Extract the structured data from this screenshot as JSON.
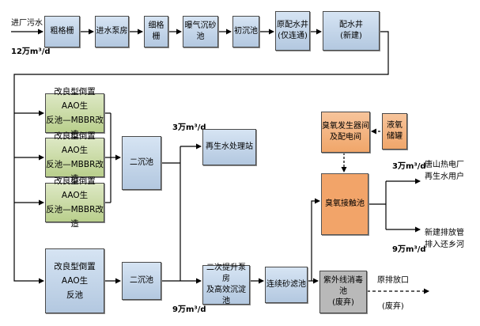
{
  "inputs": {
    "label": "进厂污水",
    "flow": "12万m³/d"
  },
  "row1": [
    {
      "id": "screen_coarse",
      "label": "粗格栅"
    },
    {
      "id": "pump_in",
      "label": "进水泵房"
    },
    {
      "id": "screen_fine",
      "label": "细格栅"
    },
    {
      "id": "grit",
      "label": "曝气沉砂池"
    },
    {
      "id": "primary",
      "label": "初沉池"
    },
    {
      "id": "well_old",
      "label": "原配水井\n(仅连通)"
    },
    {
      "id": "well_new",
      "label": "配水井\n(新建)"
    }
  ],
  "aao": [
    {
      "label": "改良型倒置AAO生\n反池—MBBR改造"
    },
    {
      "label": "改良型倒置AAO生\n反池—MBBR改造"
    },
    {
      "label": "改良型倒置AAO生\n反池—MBBR改造"
    },
    {
      "label": "改良型倒置AAO生\n反池"
    }
  ],
  "secondary_top": "二沉池",
  "secondary_bottom": "二沉池",
  "reclaim": "再生水处理站",
  "flow_3w": "3万m³/d",
  "flow_9w": "9万m³/d",
  "lift": "二次提升泵房\n及高效沉淀池",
  "sand_filter": "连续砂滤池",
  "uv": "紫外线消毒池\n(废弃)",
  "ozone_gen": "臭氧发生器间\n及配电间",
  "lox": "液氧\n储罐",
  "ozone_contact": "臭氧接触池",
  "out_power_flow": "3万m³/d",
  "out_power": "唐山热电厂\n再生水用户",
  "out_drain_flow": "9万m³/d",
  "out_drain": "新建排放管\n排入还乡河",
  "orig_outlet": "原排放口",
  "abandoned": "(废弃)"
}
